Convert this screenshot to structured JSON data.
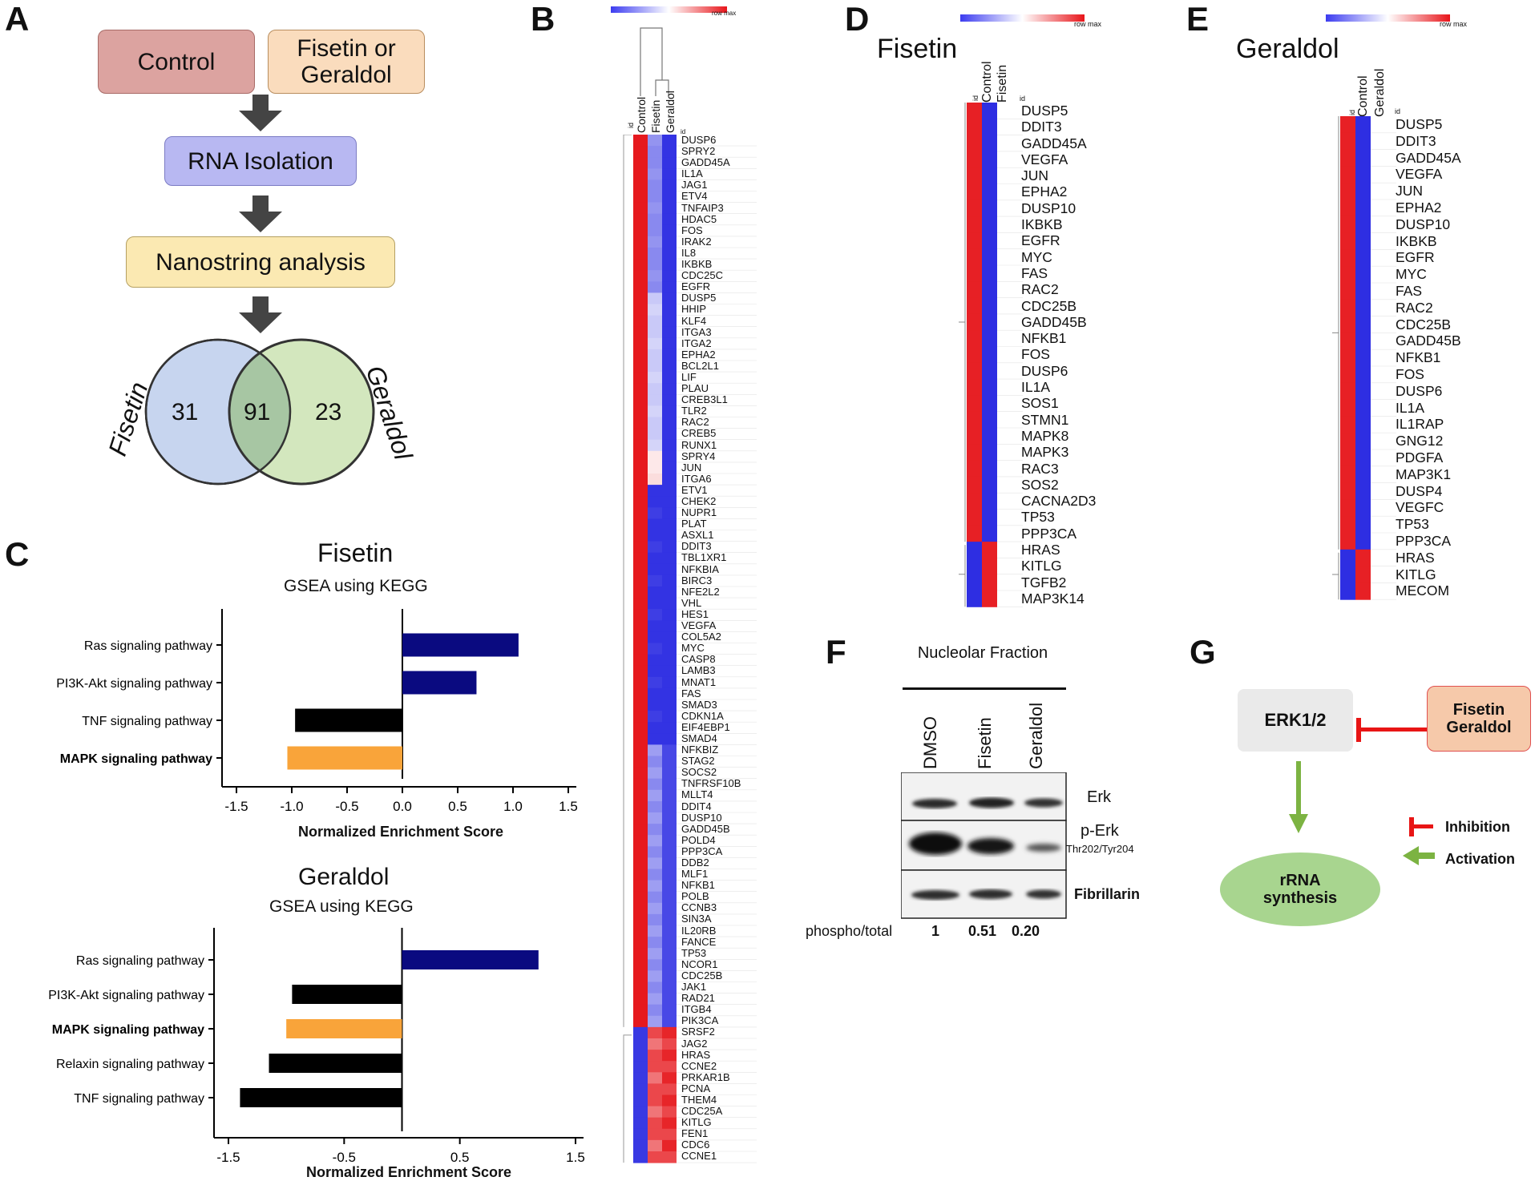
{
  "panelA": {
    "label": "A",
    "control": "Control",
    "treatment": "Fisetin or Geraldol",
    "rna": "RNA Isolation",
    "nanostring": "Nanostring analysis",
    "venn": {
      "left_label": "Fisetin",
      "right_label": "Geraldol",
      "left_only": "31",
      "overlap": "91",
      "right_only": "23"
    }
  },
  "panelB": {
    "label": "B",
    "scale_max": "row max",
    "col_id": "id",
    "columns": [
      "Control",
      "Fisetin",
      "Geraldol"
    ],
    "row_id": "id",
    "genes": [
      "DUSP6",
      "SPRY2",
      "GADD45A",
      "IL1A",
      "JAG1",
      "ETV4",
      "TNFAIP3",
      "HDAC5",
      "FOS",
      "IRAK2",
      "IL8",
      "IKBKB",
      "CDC25C",
      "EGFR",
      "DUSP5",
      "HHIP",
      "KLF4",
      "ITGA3",
      "ITGA2",
      "EPHA2",
      "BCL2L1",
      "LIF",
      "PLAU",
      "CREB3L1",
      "TLR2",
      "RAC2",
      "CREB5",
      "RUNX1",
      "SPRY4",
      "JUN",
      "ITGA6",
      "ETV1",
      "CHEK2",
      "NUPR1",
      "PLAT",
      "ASXL1",
      "DDIT3",
      "TBL1XR1",
      "NFKBIA",
      "BIRC3",
      "NFE2L2",
      "VHL",
      "HES1",
      "VEGFA",
      "COL5A2",
      "MYC",
      "CASP8",
      "LAMB3",
      "MNAT1",
      "FAS",
      "SMAD3",
      "CDKN1A",
      "EIF4EBP1",
      "SMAD4",
      "NFKBIZ",
      "STAG2",
      "SOCS2",
      "TNFRSF10B",
      "MLLT4",
      "DDIT4",
      "DUSP10",
      "GADD45B",
      "POLD4",
      "PPP3CA",
      "DDB2",
      "MLF1",
      "NFKB1",
      "POLB",
      "CCNB3",
      "SIN3A",
      "IL20RB",
      "FANCE",
      "TP53",
      "NCOR1",
      "CDC25B",
      "JAK1",
      "RAD21",
      "ITGB4",
      "PIK3CA",
      "SRSF2",
      "JAG2",
      "HRAS",
      "CCNE2",
      "PRKAR1B",
      "PCNA",
      "THEM4",
      "CDC25A",
      "KITLG",
      "FEN1",
      "CDC6",
      "CCNE1"
    ]
  },
  "panelC": {
    "label": "C",
    "fisetin": {
      "title": "Fisetin",
      "subtitle": "GSEA using KEGG",
      "xlabel": "Normalized Enrichment Score",
      "ticks": [
        "-1.5",
        "-1.0",
        "-0.5",
        "0.0",
        "0.5",
        "1.0",
        "1.5"
      ]
    },
    "geraldol": {
      "title": "Geraldol",
      "subtitle": "GSEA using KEGG",
      "xlabel": "Normalized Enrichment Score",
      "ticks": [
        "-1.5",
        "-0.5",
        "0.5",
        "1.5"
      ]
    }
  },
  "chart_data": [
    {
      "type": "bar",
      "orientation": "horizontal",
      "title": "Fisetin",
      "subtitle": "GSEA using KEGG",
      "xlabel": "Normalized Enrichment Score",
      "xlim": [
        -1.5,
        1.5
      ],
      "categories": [
        "Ras signaling pathway",
        "PI3K-Akt signaling pathway",
        "TNF signaling pathway",
        "MAPK signaling pathway"
      ],
      "values": [
        1.05,
        0.67,
        -0.97,
        -1.04
      ],
      "colors": [
        "#0a0a80",
        "#0a0a80",
        "#000000",
        "#f9a43a"
      ],
      "bold": [
        false,
        false,
        false,
        true
      ]
    },
    {
      "type": "bar",
      "orientation": "horizontal",
      "title": "Geraldol",
      "subtitle": "GSEA using KEGG",
      "xlabel": "Normalized Enrichment Score",
      "xlim": [
        -1.5,
        1.5
      ],
      "categories": [
        "Ras signaling pathway",
        "PI3K-Akt signaling pathway",
        "MAPK signaling pathway",
        "Relaxin signaling pathway",
        "TNF signaling pathway"
      ],
      "values": [
        1.18,
        -0.95,
        -1.0,
        -1.15,
        -1.4
      ],
      "colors": [
        "#0a0a80",
        "#000000",
        "#f9a43a",
        "#000000",
        "#000000"
      ],
      "bold": [
        false,
        false,
        true,
        false,
        false
      ]
    }
  ],
  "panelD": {
    "label": "D",
    "title": "Fisetin",
    "scale_max": "row max",
    "col_id": "id",
    "columns": [
      "Control",
      "Fisetin"
    ],
    "row_id": "id",
    "genes": [
      "DUSP5",
      "DDIT3",
      "GADD45A",
      "VEGFA",
      "JUN",
      "EPHA2",
      "DUSP10",
      "IKBKB",
      "EGFR",
      "MYC",
      "FAS",
      "RAC2",
      "CDC25B",
      "GADD45B",
      "NFKB1",
      "FOS",
      "DUSP6",
      "IL1A",
      "SOS1",
      "STMN1",
      "MAPK8",
      "MAPK3",
      "RAC3",
      "SOS2",
      "CACNA2D3",
      "TP53",
      "PPP3CA",
      "HRAS",
      "KITLG",
      "TGFB2",
      "MAP3K14"
    ],
    "up_count": 4
  },
  "panelE": {
    "label": "E",
    "title": "Geraldol",
    "scale_max": "row max",
    "col_id": "id",
    "columns": [
      "Control",
      "Geraldol"
    ],
    "row_id": "id",
    "genes": [
      "DUSP5",
      "DDIT3",
      "GADD45A",
      "VEGFA",
      "JUN",
      "EPHA2",
      "DUSP10",
      "IKBKB",
      "EGFR",
      "MYC",
      "FAS",
      "RAC2",
      "CDC25B",
      "GADD45B",
      "NFKB1",
      "FOS",
      "DUSP6",
      "IL1A",
      "IL1RAP",
      "GNG12",
      "PDGFA",
      "MAP3K1",
      "DUSP4",
      "VEGFC",
      "TP53",
      "PPP3CA",
      "HRAS",
      "KITLG",
      "MECOM"
    ],
    "up_count": 3
  },
  "panelF": {
    "label": "F",
    "header": "Nucleolar Fraction",
    "lanes": [
      "DMSO",
      "Fisetin",
      "Geraldol"
    ],
    "blots": [
      "Erk",
      "p-Erk",
      "Fibrillarin"
    ],
    "perk_sub": "Thr202/Tyr204",
    "ratio_label": "phospho/total",
    "ratios": [
      "1",
      "0.51",
      "0.20"
    ]
  },
  "panelG": {
    "label": "G",
    "erk": "ERK1/2",
    "drugs": [
      "Fisetin",
      "Geraldol"
    ],
    "rrna": [
      "rRNA",
      "synthesis"
    ],
    "legend_inhibition": "Inhibition",
    "legend_activation": "Activation"
  }
}
